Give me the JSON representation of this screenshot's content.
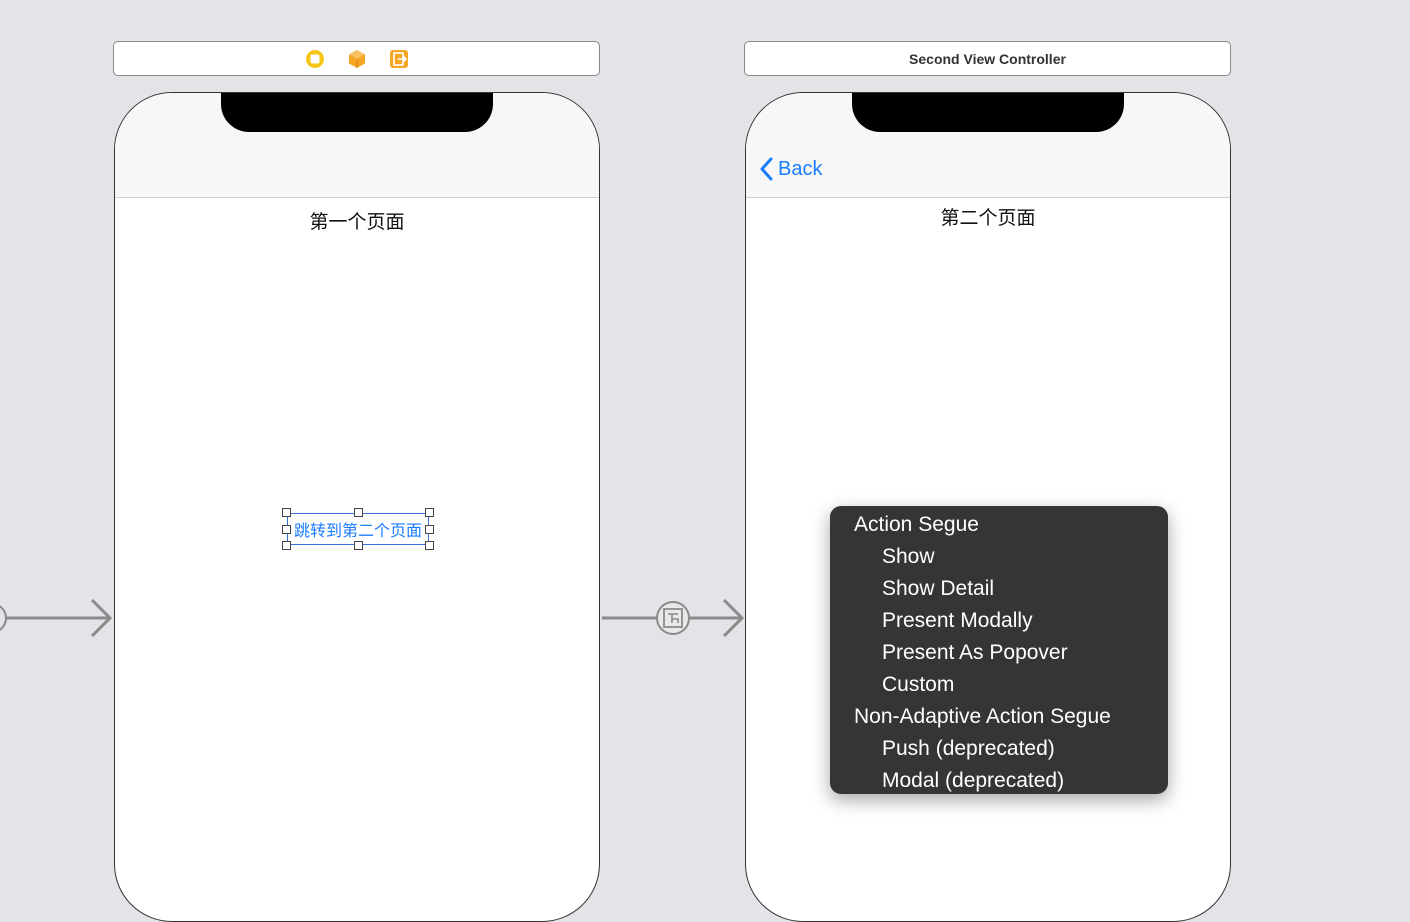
{
  "scene1": {
    "icons": [
      "view-controller-icon",
      "first-responder-icon",
      "exit-icon"
    ],
    "page_label": "第一个页面",
    "button_label": "跳转到第二个页面"
  },
  "scene2": {
    "title": "Second View Controller",
    "back_label": "Back",
    "page_label": "第二个页面"
  },
  "segue_menu": {
    "sections": [
      {
        "header": "Action Segue",
        "items": [
          "Show",
          "Show Detail",
          "Present Modally",
          "Present As Popover",
          "Custom"
        ]
      },
      {
        "header": "Non-Adaptive Action Segue",
        "items": [
          "Push (deprecated)",
          "Modal (deprecated)"
        ]
      }
    ]
  },
  "colors": {
    "canvas": "#e3e4e8",
    "accent": "#1a7dff",
    "menu_bg": "#353535",
    "icon_orange": "#f5a623"
  }
}
